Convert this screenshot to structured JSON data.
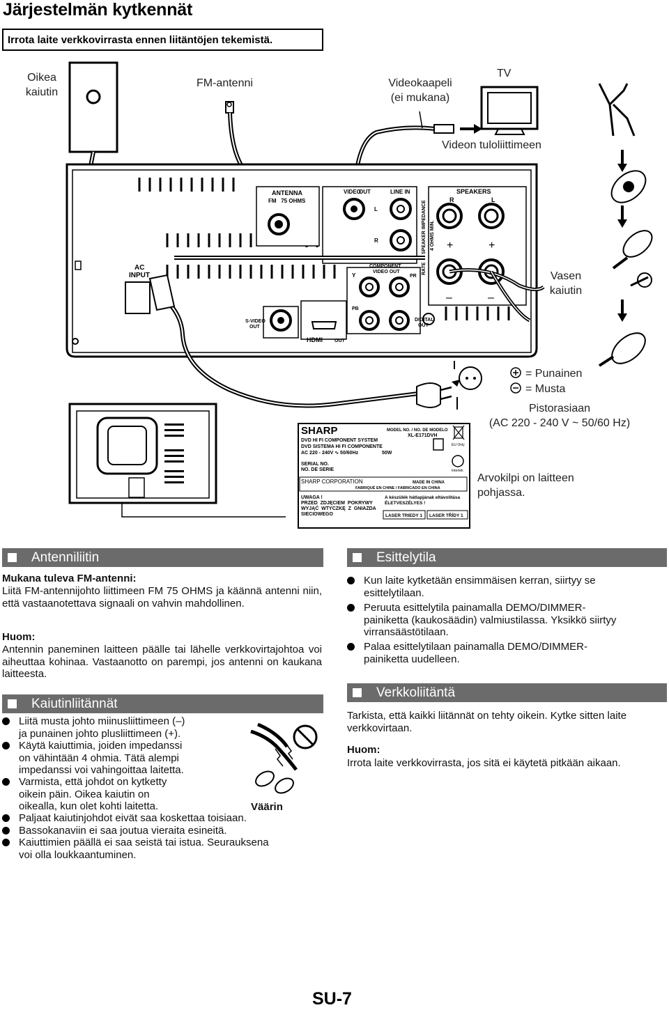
{
  "title": "Järjestelmän kytkennät",
  "warning": "Irrota laite verkkovirrasta ennen liitäntöjen tekemistä.",
  "diagram": {
    "right_speaker": [
      "Oikea",
      "kaiutin"
    ],
    "fm_antenna": "FM-antenni",
    "video_cable": [
      "Videokaapeli",
      "(ei mukana)"
    ],
    "tv": "TV",
    "video_in": "Videon tuloliittimeen",
    "left_speaker": [
      "Vasen",
      "kaiutin"
    ],
    "plus_label": "= Punainen",
    "minus_label": "= Musta",
    "outlet": [
      "Pistorasiaan",
      "(AC 220 - 240 V ~ 50/60 Hz)"
    ],
    "rating_note": [
      "Arvokilpi on laitteen",
      "pohjassa."
    ],
    "panel": {
      "antenna": "ANTENNA",
      "fm75": "FM   75 OHMS",
      "video": "VIDEO",
      "out": "OUT",
      "line_in": "LINE IN",
      "speakers": "SPEAKERS",
      "r": "R",
      "l": "L",
      "impedance": "SPEAKER IMPEDANCE",
      "ohms_min": "4 OHMS MIN.",
      "rated": "RATE",
      "ac_input": [
        "AC",
        "INPUT"
      ],
      "component": [
        "COMPONENT",
        "VIDEO OUT"
      ],
      "y": "Y",
      "pb": "PB",
      "pr": "PR",
      "svideo": [
        "S-VIDEO",
        "OUT"
      ],
      "hdmi": "HDMI",
      "hdmi_out": "OUT",
      "digital": [
        "DIGITAL",
        "OUT"
      ],
      "plus": "+",
      "minus": "–"
    },
    "rating_plate": {
      "brand": "SHARP",
      "model_hdr": "MODEL NO. / NO. DE MODELO",
      "model": "XL-E171DVH",
      "line1": "DVD HI FI COMPONENT SYSTEM",
      "line2": "DVD SISTEMA HI FI COMPONENTE",
      "line3": "AC 220 - 240V ∿ 50/60Hz",
      "watts": "50W",
      "serial": [
        "SERIAL NO.",
        "NO. DE SERIE"
      ],
      "corp": "SHARP CORPORATION",
      "made": "MADE IN CHINA",
      "fabrique": "FABRIQUÉ EN CHINE / FABRICADO EN CHINA",
      "uwaga": [
        "UWAGA !",
        "PRZED  ZDJĘCIEM  POKRYWY",
        "WYJĄĆ  WTYCZKĘ  Z  GNIAZDA",
        "SIECIOWEGO"
      ],
      "hungarian": [
        "A készülék hátlapjának eltávolítása",
        "ÉLETVESZÉLYES !"
      ],
      "laser1": "LASER TRIEDY 1",
      "laser2": "LASER TŘÍDY 1",
      "eu_only": "EU Only",
      "intertek": "Intertek"
    }
  },
  "sections": {
    "antenna": {
      "header": "Antenniliitin",
      "sub1": "Mukana tuleva FM-antenni:",
      "text1": "Liitä FM-antennijohto liittimeen FM 75 OHMS ja käännä antenni niin, että vastaanotettava signaali on vahvin mahdollinen.",
      "sub2": "Huom:",
      "text2": "Antennin paneminen laitteen päälle tai lähelle verkkovirtajohtoa voi aiheuttaa kohinaa. Vastaanotto on parempi, jos antenni on kaukana laitteesta."
    },
    "speakers": {
      "header": "Kaiutinliitännät",
      "b1": [
        "Liitä musta johto miinusliittimeen (–)",
        "ja punainen johto plusliittimeen (+)."
      ],
      "b2": [
        "Käytä kaiuttimia, joiden impedanssi",
        "on vähintään 4 ohmia. Tätä alempi",
        "impedanssi voi vahingoittaa laitetta."
      ],
      "b3": [
        "Varmista, että johdot on kytketty",
        "oikein päin. Oikea kaiutin on",
        "oikealla, kun olet kohti laitetta."
      ],
      "wrong": "Väärin",
      "b4": "Paljaat kaiutinjohdot eivät saa koskettaa toisiaan.",
      "b5": "Bassokanaviin ei saa joutua vieraita esineitä.",
      "b6": [
        "Kaiuttimien päällä ei saa seistä tai istua. Seurauksena",
        "voi olla loukkaantuminen."
      ]
    },
    "demo": {
      "header": "Esittelytila",
      "b1": [
        "Kun laite kytketään ensimmäisen kerran, siirtyy se",
        "esittelytilaan."
      ],
      "b2": [
        "Peruuta esittelytila painamalla DEMO/DIMMER-",
        "painiketta (kaukosäädin) valmiustilassa. Yksikkö siirtyy",
        "virransäästötilaan."
      ],
      "b3": [
        "Palaa esittelytilaan painamalla DEMO/DIMMER-",
        "painiketta uudelleen."
      ]
    },
    "network": {
      "header": "Verkkoliitäntä",
      "text1": "Tarkista, että kaikki liitännät on tehty oikein. Kytke sitten laite verkkovirtaan.",
      "sub": "Huom:",
      "text2": "Irrota laite verkkovirrasta, jos sitä ei käytetä pitkään aikaan."
    }
  },
  "page_number": "SU-7"
}
